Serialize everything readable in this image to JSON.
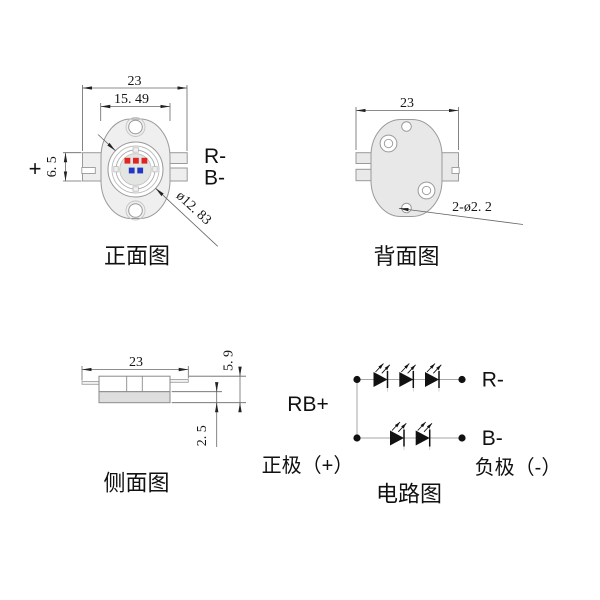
{
  "front_view": {
    "title": "正面图",
    "dims": {
      "overall_width": "23",
      "flange_width": "15. 49",
      "tab_height": "6. 5",
      "lens_diameter": "ø12. 83"
    },
    "labels": {
      "anode": "+",
      "red_cathode": "R-",
      "blue_cathode": "B-"
    },
    "chips": {
      "red_color": "#e02424",
      "blue_color": "#2336c4",
      "red_count": 3,
      "blue_count": 2
    }
  },
  "back_view": {
    "title": "背面图",
    "dims": {
      "overall_width": "23",
      "mount_holes": "2-ø2. 2"
    }
  },
  "side_view": {
    "title": "侧面图",
    "dims": {
      "width": "23",
      "total_height": "5. 9",
      "base_height": "2. 5"
    }
  },
  "circuit": {
    "title": "电路图",
    "labels": {
      "common_anode": "RB+",
      "red_cathode": "R-",
      "blue_cathode": "B-",
      "positive": "正极（+）",
      "negative": "负极（-）"
    },
    "red_led_count": 3,
    "blue_led_count": 2
  }
}
